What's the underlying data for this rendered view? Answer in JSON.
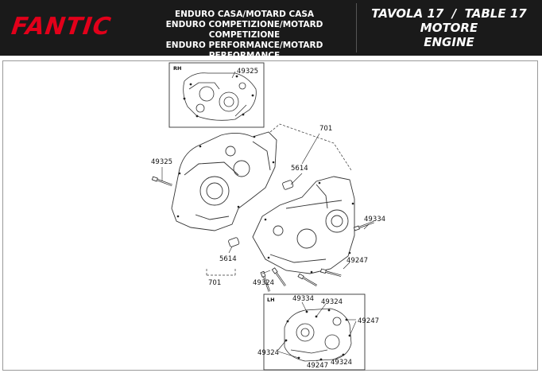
{
  "header": {
    "brand": "FANTIC",
    "brand_color": "#e2001a",
    "model_lines": [
      "ENDURO CASA/MOTARD CASA",
      "ENDURO COMPETIZIONE/MOTARD COMPETIZIONE",
      "ENDURO PERFORMANCE/MOTARD PERFORMANCE"
    ],
    "table_line": "TAVOLA 17  /  TABLE 17",
    "title_it": "MOTORE",
    "title_en": "ENGINE"
  },
  "insets": {
    "rh_tag": "RH",
    "lh_tag": "LH"
  },
  "parts": {
    "rh_bolt": "49325",
    "left_bolt": "49325",
    "assembly_top": "701",
    "dowel_top": "5614",
    "bolt_right": "49334",
    "bolt_right_lower": "49247",
    "dowel_bottom": "5614",
    "assembly_bottom": "701",
    "bolt_bottom": "49324",
    "lh_top_a": "49334",
    "lh_top_b": "49324",
    "lh_right": "49247",
    "lh_left": "49324",
    "lh_bottom_a": "49247",
    "lh_bottom_b": "49324"
  }
}
